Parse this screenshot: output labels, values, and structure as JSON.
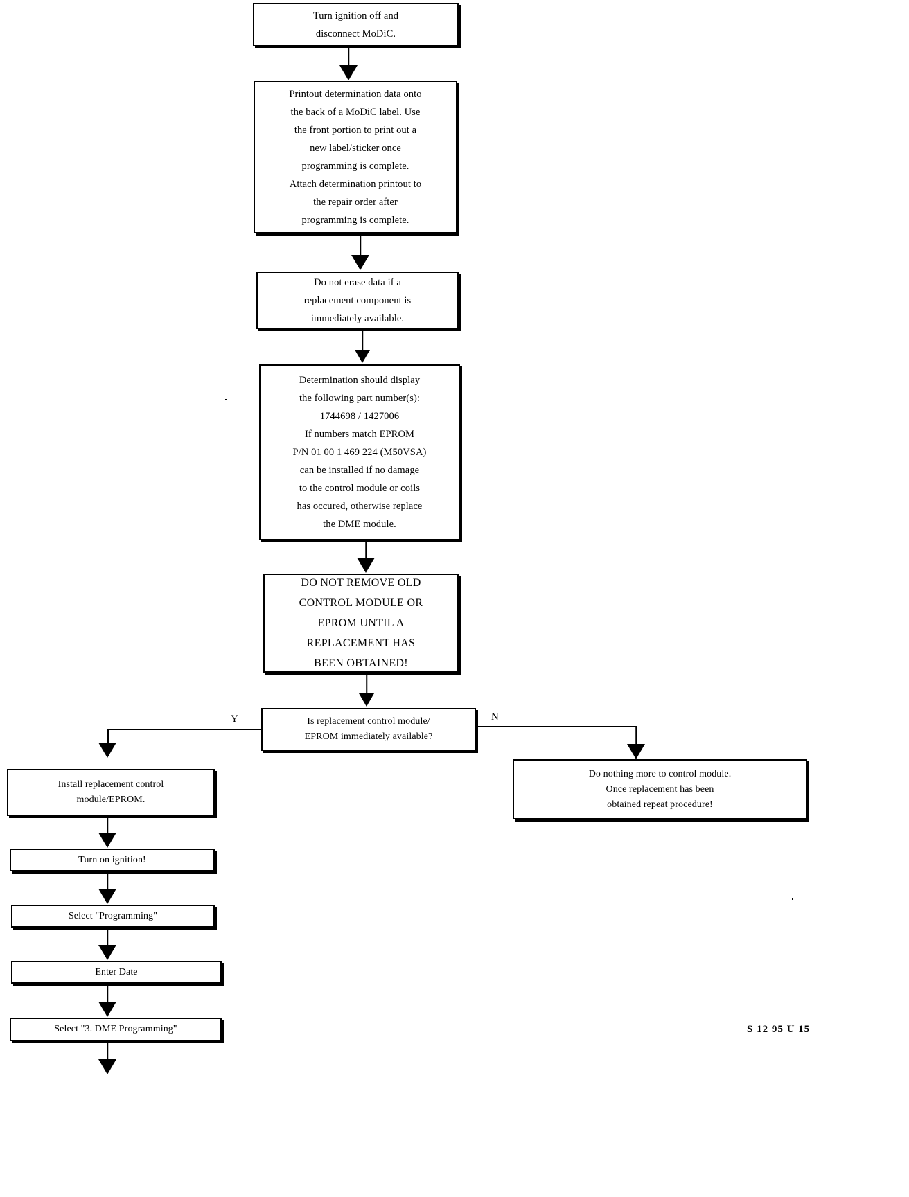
{
  "document": {
    "type": "flowchart",
    "title": "DME control module / EPROM programming procedure",
    "footer_code": "S 12 95 U 15"
  },
  "nodes": {
    "turn_ignition_off": {
      "name": "turn-ignition-off-box",
      "lines": [
        "Turn ignition off and",
        "disconnect MoDiC."
      ]
    },
    "printout": {
      "name": "printout-determination-box",
      "lines": [
        "Printout determination data onto",
        "the back of a MoDiC label.  Use",
        "the front portion to print out a",
        "new label/sticker once",
        "programming is complete.",
        "Attach determination printout to",
        "the repair order after",
        "programming is complete."
      ]
    },
    "do_not_erase": {
      "name": "do-not-erase-box",
      "lines": [
        "Do not erase data if a",
        "replacement component is",
        "immediately available."
      ]
    },
    "determination": {
      "name": "determination-part-numbers-box",
      "lines": [
        "Determination should display",
        "the following part number(s):",
        "1744698 / 1427006",
        "If numbers match EPROM",
        "P/N 01 00 1 469 224 (M50VSA)",
        "can be installed if no damage",
        "to the control module or coils",
        "has occured, otherwise replace",
        "the DME module."
      ]
    },
    "do_not_remove": {
      "name": "do-not-remove-old-module-box",
      "lines": [
        "DO NOT REMOVE OLD",
        "CONTROL MODULE OR",
        "EPROM UNTIL A",
        "REPLACEMENT HAS",
        "BEEN OBTAINED!"
      ]
    },
    "decision": {
      "name": "decision-replacement-available",
      "lines": [
        "Is replacement control module/",
        "EPROM immediately available?"
      ],
      "yes_label": "Y",
      "no_label": "N"
    },
    "do_nothing": {
      "name": "do-nothing-more-box",
      "lines": [
        "Do nothing more to control module.",
        "Once replacement has been",
        "obtained repeat procedure!"
      ]
    },
    "install_replacement": {
      "name": "install-replacement-box",
      "lines": [
        "Install replacement control",
        "module/EPROM."
      ]
    },
    "turn_on_ignition": {
      "name": "turn-on-ignition-box",
      "lines": [
        "Turn on ignition!"
      ]
    },
    "select_programming": {
      "name": "select-programming-box",
      "lines": [
        "Select \"Programming\""
      ]
    },
    "enter_date": {
      "name": "enter-date-box",
      "lines": [
        "Enter Date"
      ]
    },
    "select_dme": {
      "name": "select-dme-programming-box",
      "lines": [
        "Select \"3. DME Programming\""
      ]
    }
  }
}
